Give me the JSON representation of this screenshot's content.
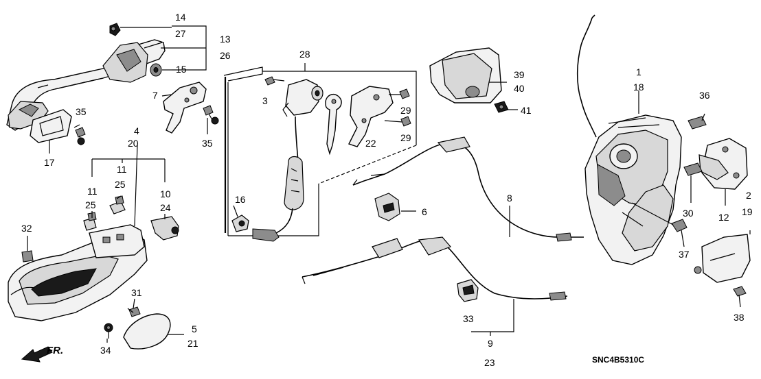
{
  "diagram_code": "SNC4B5310C",
  "direction_label": "FR.",
  "callouts": {
    "c1": "1",
    "c18": "18",
    "c2": "2",
    "c19": "19",
    "c3": "3",
    "c4": "4",
    "c20": "20",
    "c5": "5",
    "c21": "21",
    "c6": "6",
    "c7": "7",
    "c8": "8",
    "c9": "9",
    "c23": "23",
    "c10": "10",
    "c24": "24",
    "c11a": "11",
    "c11b": "11",
    "c25a": "25",
    "c25b": "25",
    "c12": "12",
    "c13": "13",
    "c26": "26",
    "c14": "14",
    "c27": "27",
    "c15": "15",
    "c16": "16",
    "c17": "17",
    "c22": "22",
    "c28": "28",
    "c29a": "29",
    "c29b": "29",
    "c30": "30",
    "c31": "31",
    "c32": "32",
    "c33": "33",
    "c34": "34",
    "c35a": "35",
    "c35b": "35",
    "c36": "36",
    "c37": "37",
    "c38": "38",
    "c39": "39",
    "c40": "40",
    "c41": "41"
  }
}
